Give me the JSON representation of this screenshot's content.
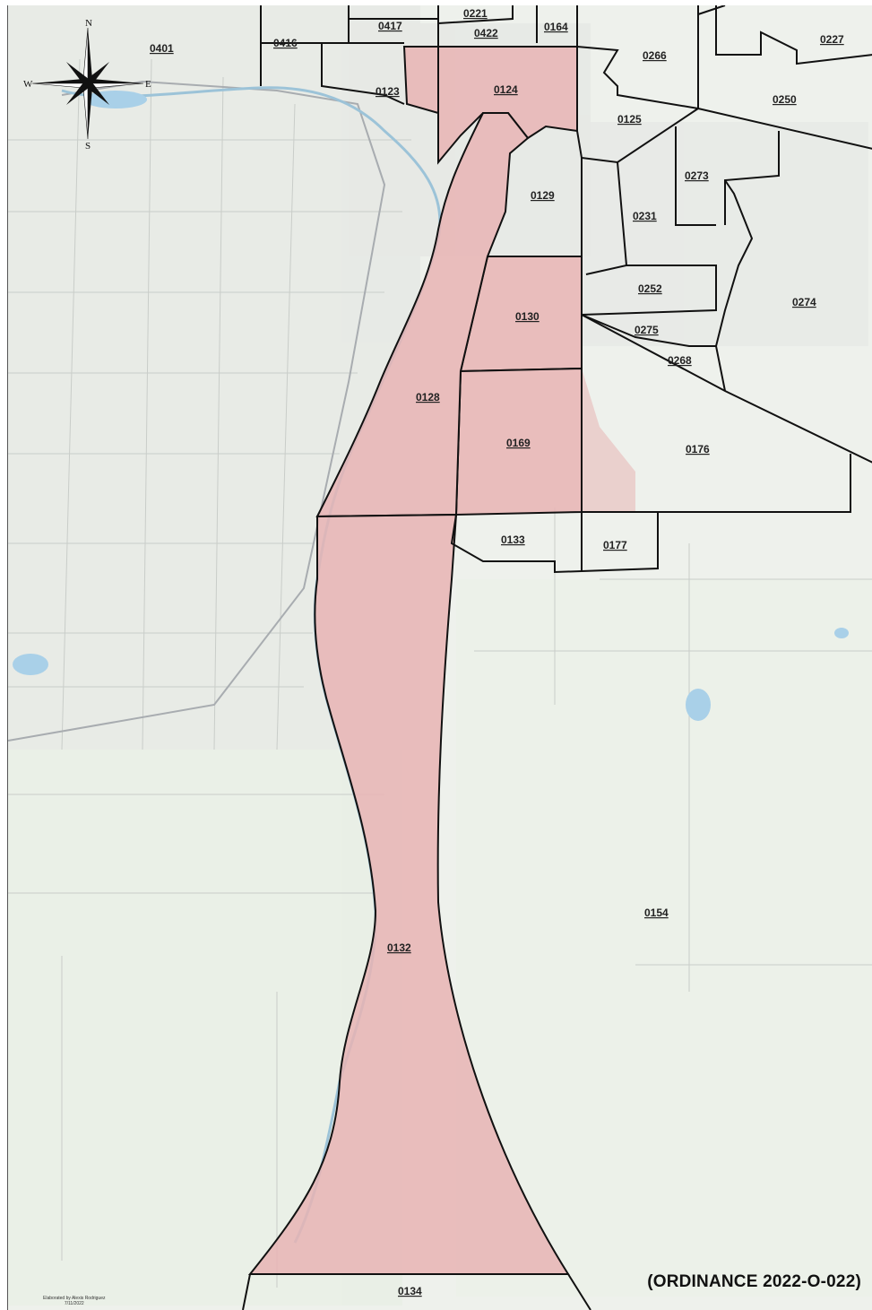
{
  "map": {
    "highlighted_precincts": [
      "0124",
      "0128",
      "0130",
      "0169",
      "0132"
    ],
    "colors": {
      "highlight_fill": "#e8b4b4",
      "boundary": "#111111",
      "river": "#9cc3d8",
      "water": "#a9d0e8",
      "basemap": "#eef1ec"
    },
    "precincts": {
      "p0401": "0401",
      "p0416": "0416",
      "p0417": "0417",
      "p0221": "0221",
      "p0422": "0422",
      "p0164": "0164",
      "p0266": "0266",
      "p0227": "0227",
      "p0123": "0123",
      "p0124": "0124",
      "p0125": "0125",
      "p0250": "0250",
      "p0129": "0129",
      "p0273": "0273",
      "p0231": "0231",
      "p0252": "0252",
      "p0274": "0274",
      "p0130": "0130",
      "p0275": "0275",
      "p0268": "0268",
      "p0128": "0128",
      "p0169": "0169",
      "p0176": "0176",
      "p0133": "0133",
      "p0177": "0177",
      "p0154": "0154",
      "p0132": "0132",
      "p0134": "0134"
    },
    "compass": {
      "north": "N",
      "south": "S",
      "east": "E",
      "west": "W",
      "icon": "compass-rose-icon"
    },
    "ordinance": "(ORDINANCE 2022-O-022)",
    "credit_line1": "Elaborated by Alexis Rodriguez",
    "credit_line2": "7/11/2022"
  }
}
